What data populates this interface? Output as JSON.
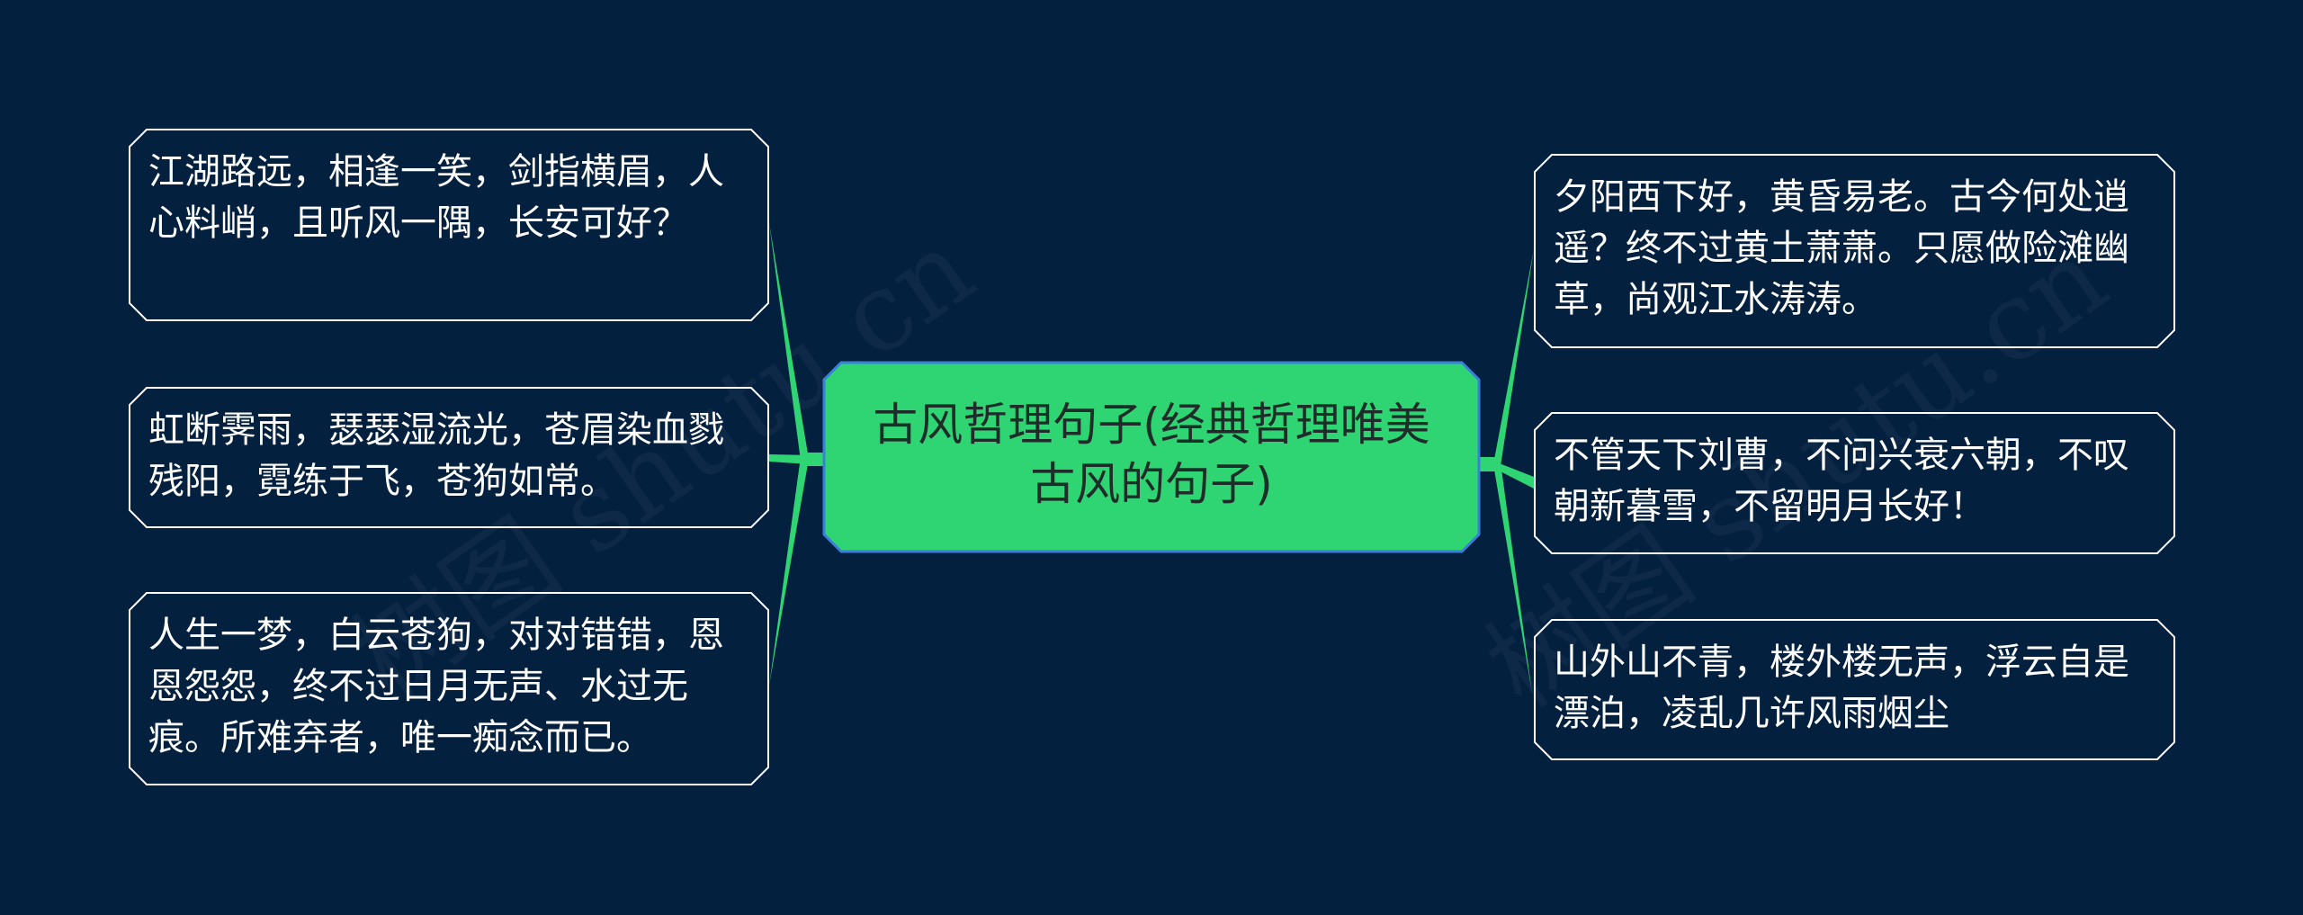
{
  "colors": {
    "background": "#03203f",
    "center_fill": "#2fd572",
    "center_border": "#3a7fd8",
    "center_text": "#1f2d2a",
    "node_border": "#ffffff",
    "node_text": "#ffffff",
    "connector": "#2fd572"
  },
  "center": {
    "title": "古风哲理句子(经典哲理唯美古风的句子)"
  },
  "left_nodes": [
    {
      "text": "江湖路远，相逢一笑，剑指横眉，人心料峭，且听风一隅，长安可好？"
    },
    {
      "text": "虹断霁雨，瑟瑟湿流光，苍眉染血戮残阳，霓练于飞，苍狗如常。"
    },
    {
      "text": "人生一梦，白云苍狗，对对错错，恩恩怨怨，终不过日月无声、水过无痕。所难弃者，唯一痴念而已。"
    }
  ],
  "right_nodes": [
    {
      "text": "夕阳西下好，黄昏易老。古今何处逍遥？终不过黄土萧萧。只愿做险滩幽草，尚观江水涛涛。"
    },
    {
      "text": "不管天下刘曹，不问兴衰六朝，不叹朝新暮雪，不留明月长好！"
    },
    {
      "text": "山外山不青，楼外楼无声，浮云自是漂泊，凌乱几许风雨烟尘"
    }
  ],
  "watermark": {
    "text": "树图 shutu.cn"
  }
}
